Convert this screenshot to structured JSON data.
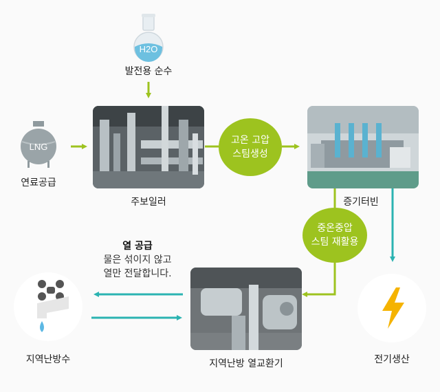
{
  "nodes": {
    "water_flask_label": "H2O",
    "water": "발전용 순수",
    "lng_tank_label": "LNG",
    "fuel": "연료공급",
    "boiler": "주보일러",
    "turbine": "증기터빈",
    "exchanger": "지역난방 열교환기",
    "district_water": "지역난방수",
    "power": "전기생산"
  },
  "bubbles": {
    "high_pressure": [
      "고온 고압",
      "스팀생성"
    ],
    "medium_pressure": [
      "중온중압",
      "스팀 재활용"
    ]
  },
  "heat_supply": {
    "title": "열 공급",
    "lines": [
      "물은 섞이지 않고",
      "열만 전달합니다."
    ]
  },
  "colors": {
    "green": "#9dc31f",
    "teal": "#2bb3b1",
    "lightning": "#f5b300"
  }
}
